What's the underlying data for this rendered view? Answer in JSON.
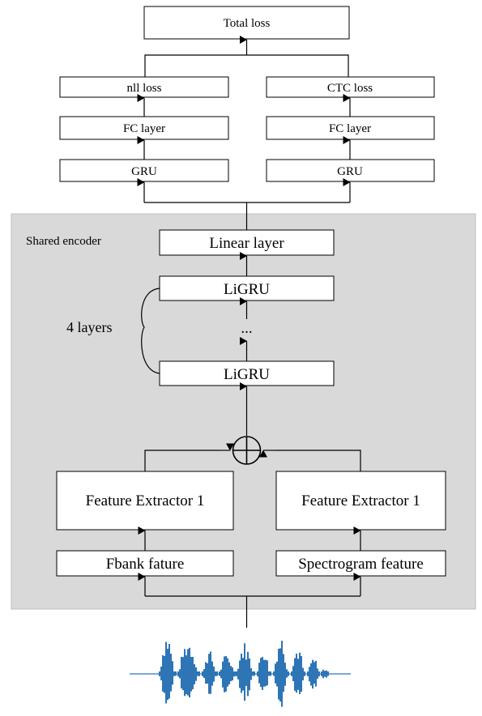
{
  "labels": {
    "total_loss": "Total loss",
    "nll_loss": "nll loss",
    "ctc_loss": "CTC loss",
    "fc_layer_left": "FC layer",
    "fc_layer_right": "FC layer",
    "gru_left": "GRU",
    "gru_right": "GRU",
    "shared_encoder": "Shared encoder",
    "linear_layer": "Linear layer",
    "ligru_top": "LiGRU",
    "ellipsis": "...",
    "ligru_bottom": "LiGRU",
    "layers_note": "4 layers",
    "feature_extractor_left": "Feature Extractor 1",
    "feature_extractor_right": "Feature Extractor 1",
    "fbank_feature": "Fbank fature",
    "spectrogram_feature": "Spectrogram feature"
  },
  "colors": {
    "encoder_background": "#d9d9d9",
    "encoder_border": "#bfbfbf",
    "box_fill": "#ffffff",
    "line": "#000000",
    "waveform": "#2e75b6"
  },
  "icons": {
    "sum": "circled-plus-icon",
    "waveform": "audio-waveform-icon"
  }
}
